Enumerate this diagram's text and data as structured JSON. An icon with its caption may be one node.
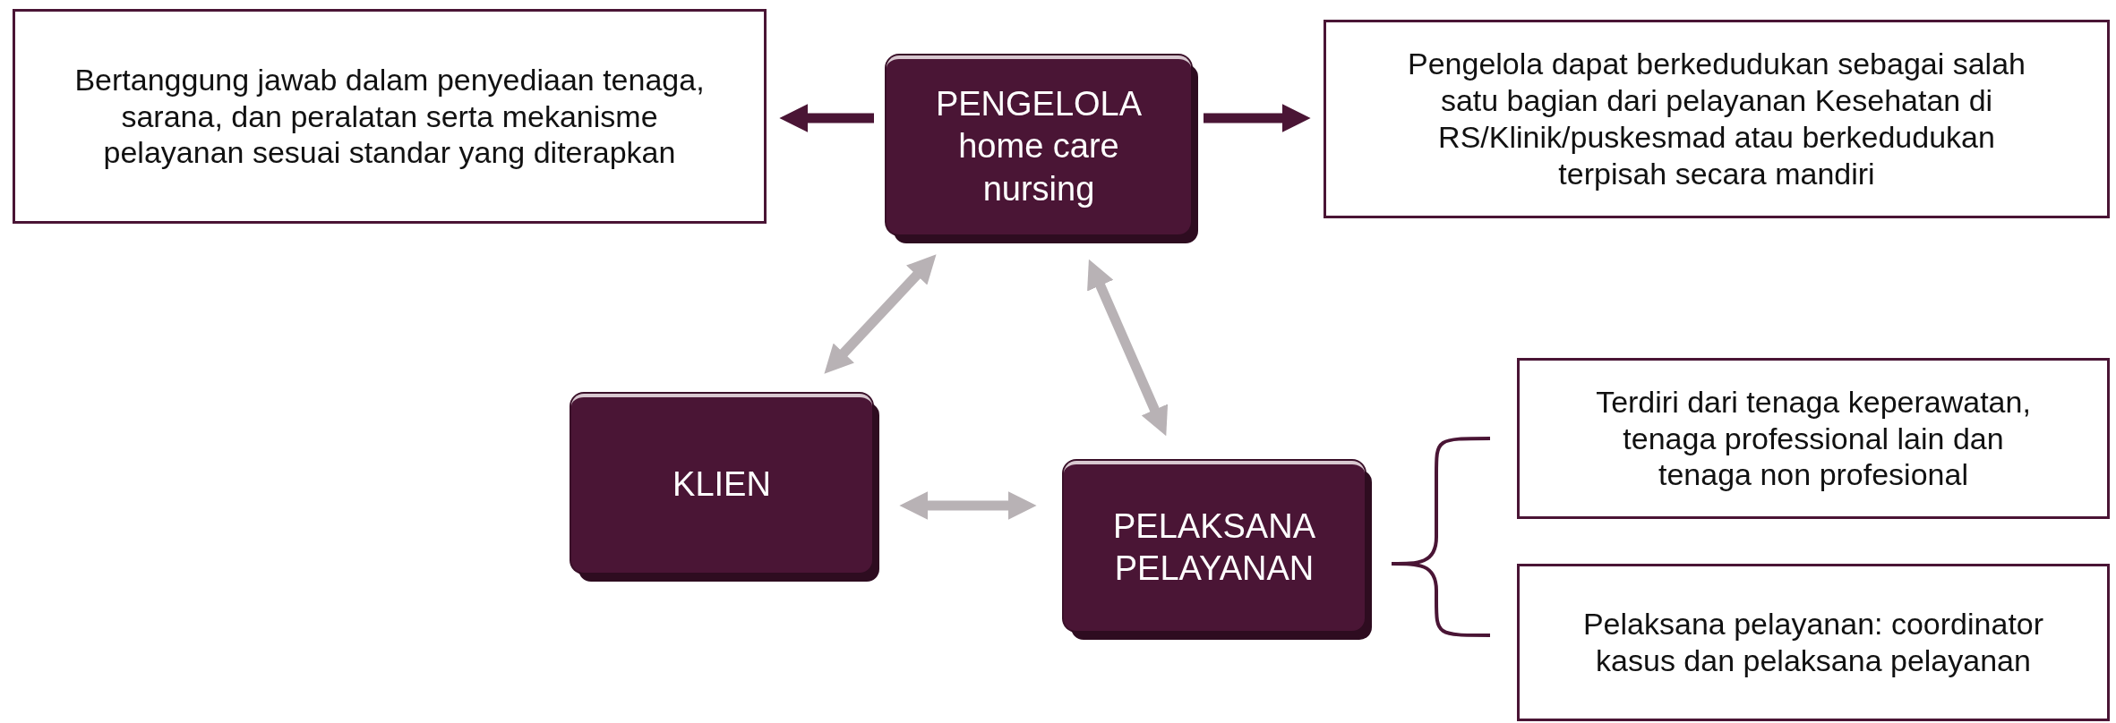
{
  "diagram": {
    "nodes": [
      {
        "text": [
          "Bertanggung jawab dalam penyediaan tenaga, sarana, dan peralatan serta mekanisme pelayanan sesuai standar yang diterapkan"
        ]
      },
      {
        "text": [
          "PENGELOLA home care nursing"
        ]
      },
      {
        "text": [
          "Pengelola dapat berkedudukan sebagai salah satu bagian dari pelayanan Kesehatan di RS/Klinik/puskesmad atau berkedudukan terpisah secara mandiri"
        ]
      },
      {
        "text": [
          "KLIEN"
        ]
      },
      {
        "text": [
          "PELAKSANA PELAYANAN"
        ]
      },
      {
        "text": [
          "Terdiri dari tenaga keperawatan, tenaga professional lain dan tenaga non profesional"
        ]
      },
      {
        "text": [
          "Pelaksana pelayanan: coordinator kasus dan pelaksana pelayanan"
        ]
      }
    ],
    "edges": [
      {
        "from": 1,
        "to": 0,
        "arrow": "to",
        "color": "#4a1535"
      },
      {
        "from": 1,
        "to": 2,
        "arrow": "to",
        "color": "#4a1535"
      },
      {
        "from": 1,
        "to": 3,
        "arrow": "both"
      },
      {
        "from": 1,
        "to": 4,
        "arrow": "both"
      },
      {
        "from": 3,
        "to": 4,
        "arrow": "both"
      }
    ]
  }
}
